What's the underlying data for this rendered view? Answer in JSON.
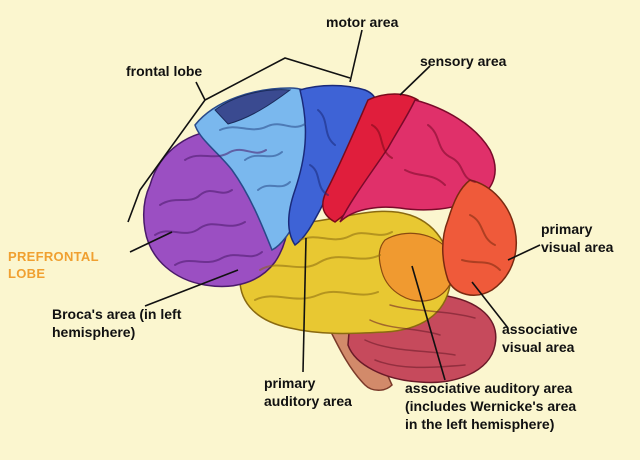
{
  "labels": {
    "motor_area": "motor area",
    "frontal_lobe": "frontal lobe",
    "sensory_area": "sensory area",
    "prefrontal_lobe_1": "PREFRONTAL",
    "prefrontal_lobe_2": "LOBE",
    "primary_visual_1": "primary",
    "primary_visual_2": "visual area",
    "brocas_1": "Broca's area (in left",
    "brocas_2": "hemisphere)",
    "associative_visual_1": "associative",
    "associative_visual_2": "visual area",
    "primary_auditory_1": "primary",
    "primary_auditory_2": "auditory area",
    "assoc_auditory_1": "associative auditory area",
    "assoc_auditory_2": "(includes Wernicke's area",
    "assoc_auditory_3": "in the left hemisphere)"
  },
  "colors": {
    "background": "#fbf6cf",
    "prefrontal": "#9b4fc2",
    "frontal_blue": "#4a7fe0",
    "frontal_light": "#7ab8ee",
    "motor": "#3e63d6",
    "sensory": "#e01e3c",
    "parietal": "#e0306a",
    "occipital": "#ef5a3a",
    "temporal": "#e8c832",
    "temporal_orange": "#f09a30",
    "cerebellum": "#c64a5c",
    "brainstem": "#d28a6a",
    "accent_text": "#f0a030"
  }
}
